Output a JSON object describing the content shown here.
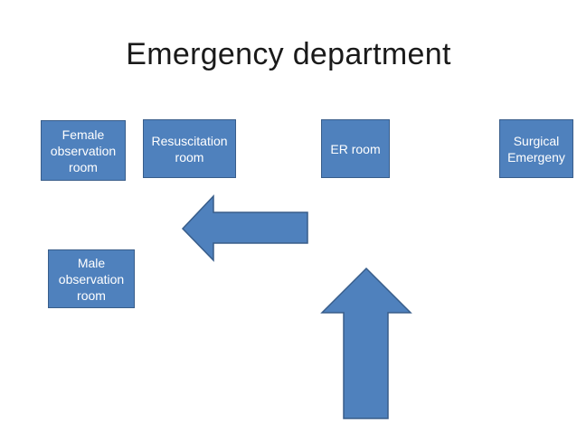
{
  "title": "Emergency department",
  "nodes": {
    "female_observation": "Female\nobservation\nroom",
    "resuscitation": "Resuscitation\nroom",
    "er_room": "ER room",
    "surgical": "Surgical\nEmergeny",
    "male_observation": "Male\nobservation\nroom"
  },
  "colors": {
    "box_fill": "#4f81bd",
    "box_border": "#385d8a",
    "box_text": "#ffffff",
    "title_text": "#1a1a1a"
  }
}
